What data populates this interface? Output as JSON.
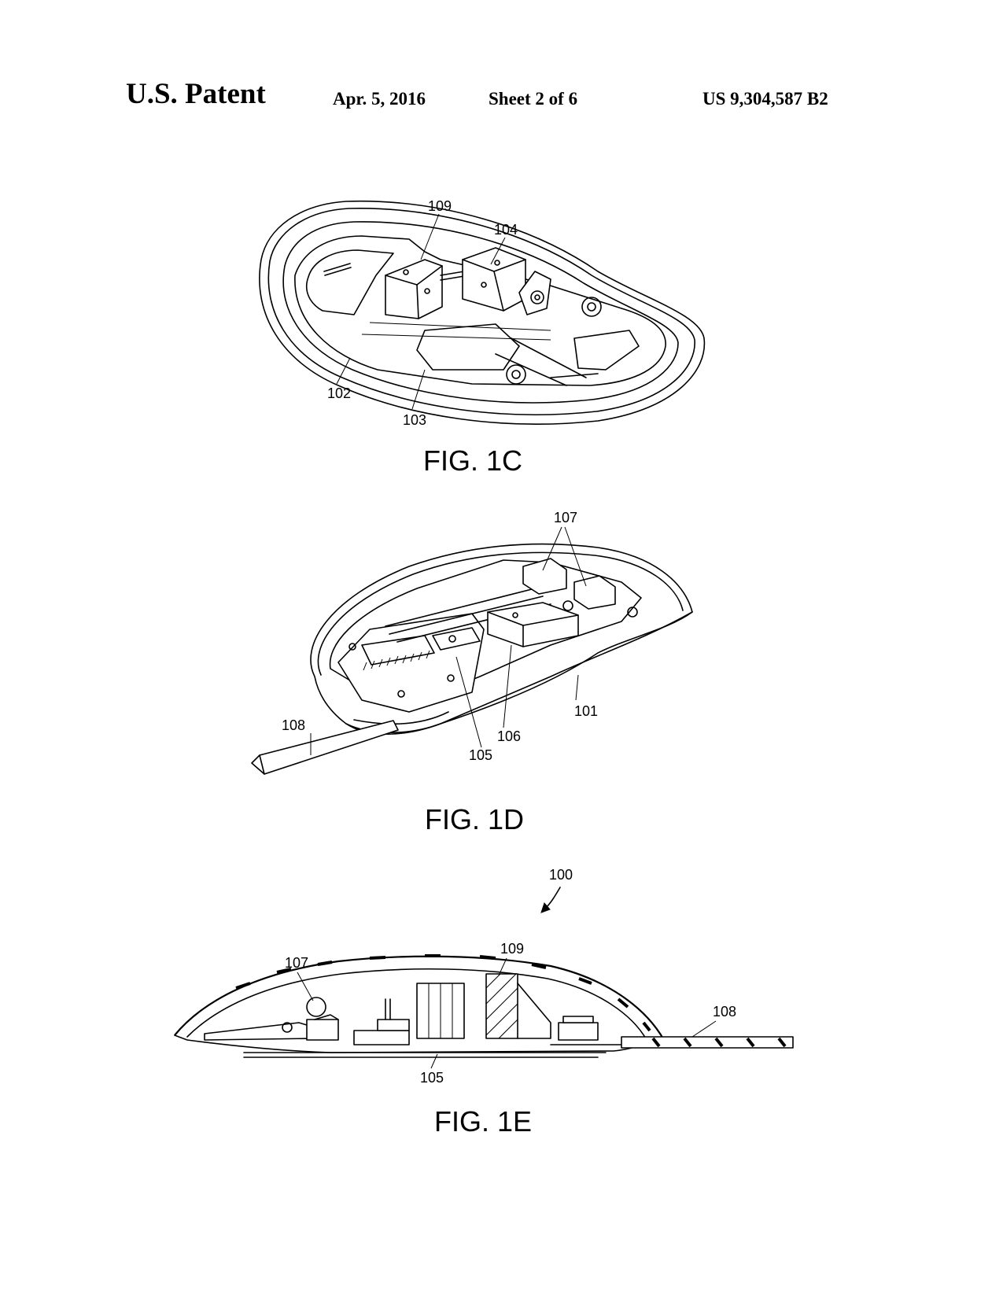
{
  "header": {
    "title": "U.S. Patent",
    "date": "Apr. 5, 2016",
    "sheet": "Sheet 2 of 6",
    "patent_number": "US 9,304,587 B2"
  },
  "figures": [
    {
      "caption": "FIG. 1C",
      "refs": [
        "109",
        "104",
        "102",
        "103"
      ]
    },
    {
      "caption": "FIG. 1D",
      "refs": [
        "107",
        "101",
        "108",
        "106",
        "105"
      ]
    },
    {
      "caption": "FIG. 1E",
      "refs": [
        "100",
        "107",
        "109",
        "108",
        "105"
      ]
    }
  ]
}
